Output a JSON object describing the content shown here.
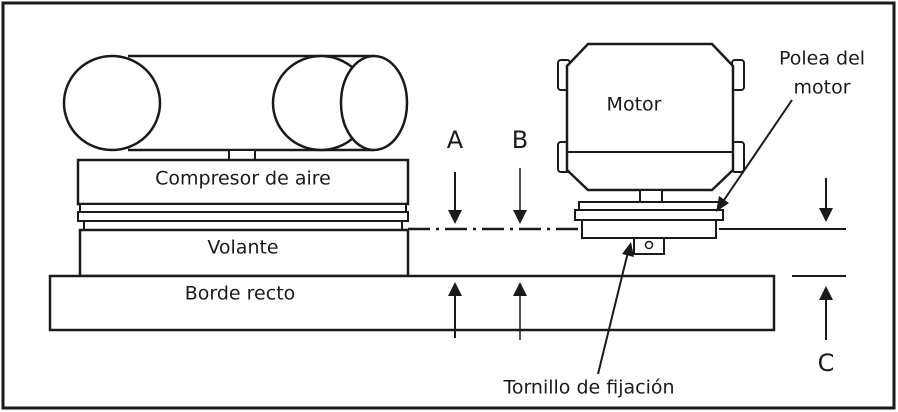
{
  "labels": {
    "compressor": "Compresor de aire",
    "flywheel": "Volante",
    "straight_edge": "Borde recto",
    "motor": "Motor",
    "motor_pulley_line1": "Polea del",
    "motor_pulley_line2": "motor",
    "set_screw": "Tornillo de fijación",
    "point_a": "A",
    "point_b": "B",
    "point_c": "C"
  }
}
